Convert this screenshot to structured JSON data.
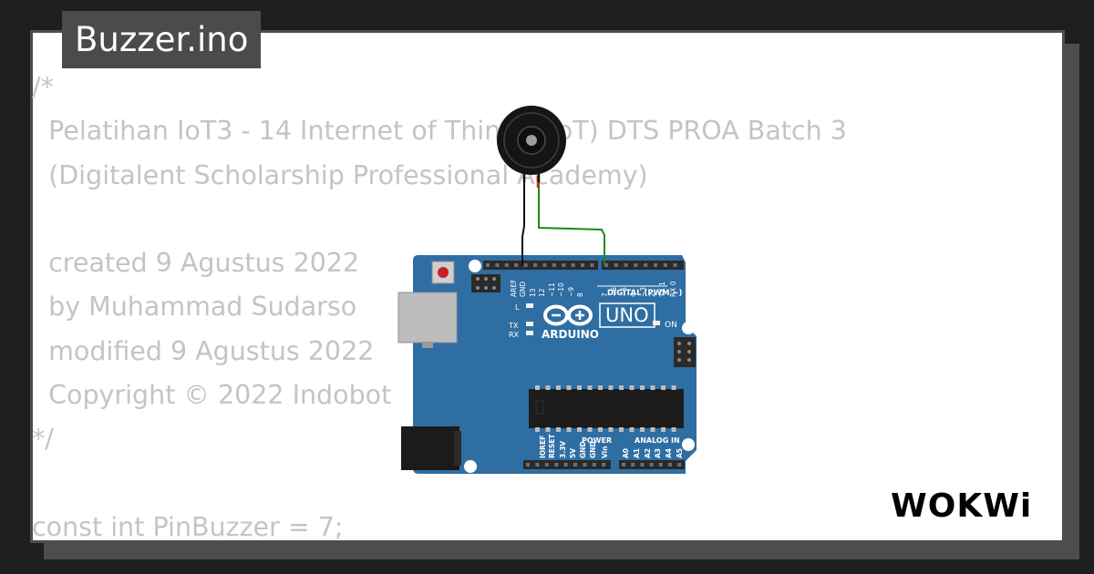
{
  "file_title": "Buzzer.ino",
  "code_lines": [
    "/*",
    "  Pelatihan IoT3 - 14 Internet of Things (IoT) DTS PROA Batch 3",
    "  (Digitalent Scholarship Professional Academy)",
    "",
    "  created 9 Agustus 2022",
    "  by Muhammad Sudarso",
    "  modified 9 Agustus 2022",
    "  Copyright © 2022 Indobot",
    "*/",
    "",
    "const int PinBuzzer = 7;"
  ],
  "board": {
    "model": "UNO",
    "brand": "ARDUINO",
    "digital_label": "DIGITAL (PWM ~)",
    "power_label": "POWER",
    "analog_label": "ANALOG IN",
    "on_label": "ON",
    "l_label": "L",
    "tx_label": "TX",
    "rx_label": "RX",
    "digital_pins": [
      "AREF",
      "GND",
      "13",
      "12",
      "~11",
      "~10",
      "~9",
      "8",
      "7",
      "~6",
      "~5",
      "4",
      "~3",
      "2",
      "TX 1",
      "RX 0"
    ],
    "power_pins": [
      "IOREF",
      "RESET",
      "3.3V",
      "5V",
      "GND",
      "GND",
      "Vin"
    ],
    "analog_pins": [
      "A0",
      "A1",
      "A2",
      "A3",
      "A4",
      "A5"
    ]
  },
  "watermark": "WOKWi",
  "colors": {
    "background": "#1e1e1e",
    "card": "#ffffff",
    "title_bg": "#4b4b4b",
    "code_text": "#c4c4c4",
    "board_blue": "#2f6ea3",
    "wire_signal": "#1a8a1a",
    "wire_ground": "#111111",
    "wire_red": "#d42020"
  }
}
